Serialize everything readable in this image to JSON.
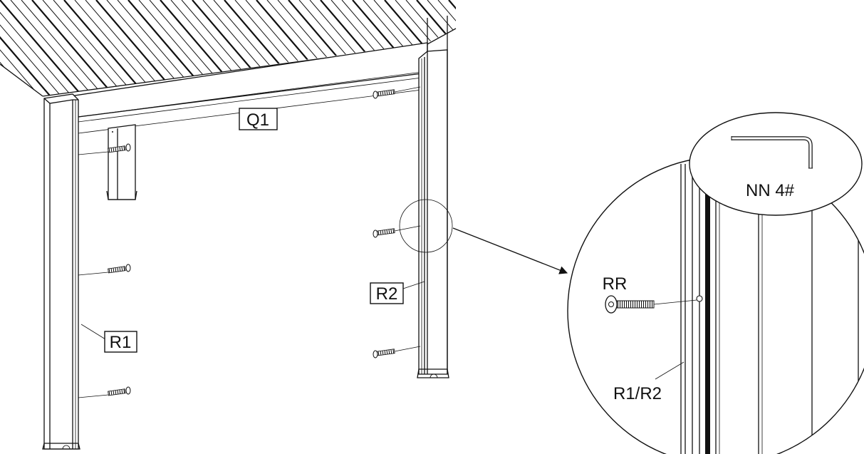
{
  "labels": {
    "beam": "Q1",
    "post_left": "R1",
    "post_right": "R2",
    "screw": "RR",
    "tool": "NN 4#",
    "post_detail": "R1/R2"
  },
  "colors": {
    "ink": "#111111",
    "background": "#ffffff"
  }
}
